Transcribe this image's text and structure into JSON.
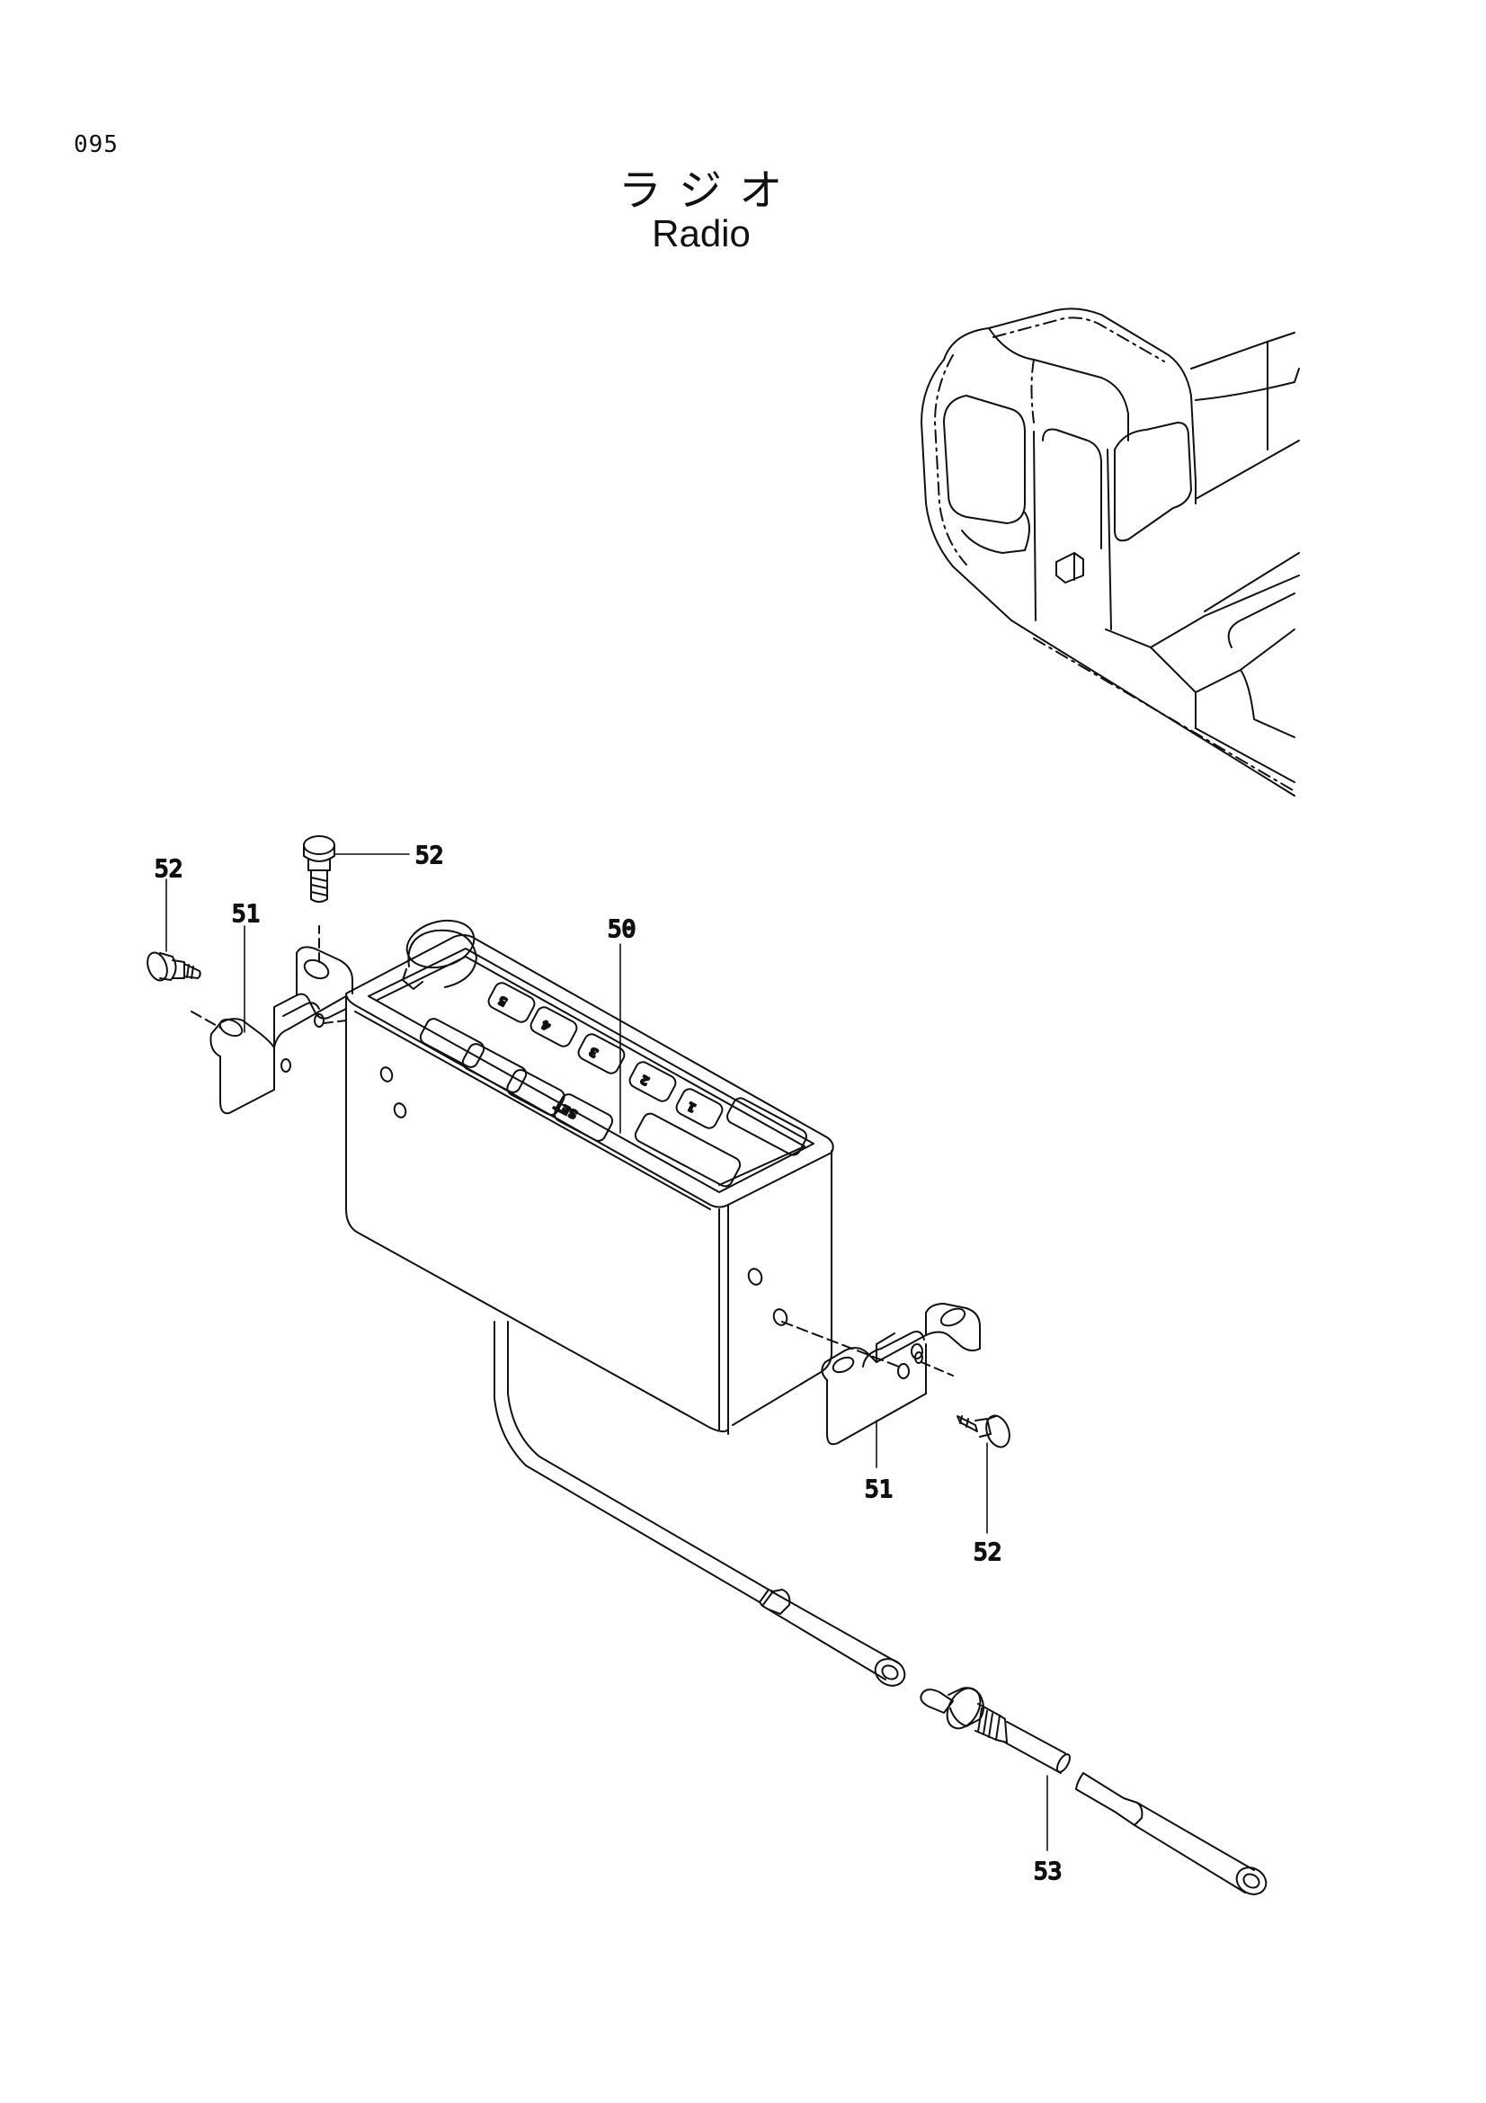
{
  "page": {
    "number": "095",
    "title_jp": "ラ ジ オ",
    "title_en": "Radio"
  },
  "radio_keys": [
    "5",
    "4",
    "3",
    "2",
    "1",
    "SET"
  ],
  "callouts": [
    {
      "id": "c52a",
      "label": "52"
    },
    {
      "id": "c52b",
      "label": "52"
    },
    {
      "id": "c51a",
      "label": "51"
    },
    {
      "id": "c50",
      "label": "50"
    },
    {
      "id": "c51b",
      "label": "51"
    },
    {
      "id": "c52c",
      "label": "52"
    },
    {
      "id": "c53",
      "label": "53"
    }
  ]
}
